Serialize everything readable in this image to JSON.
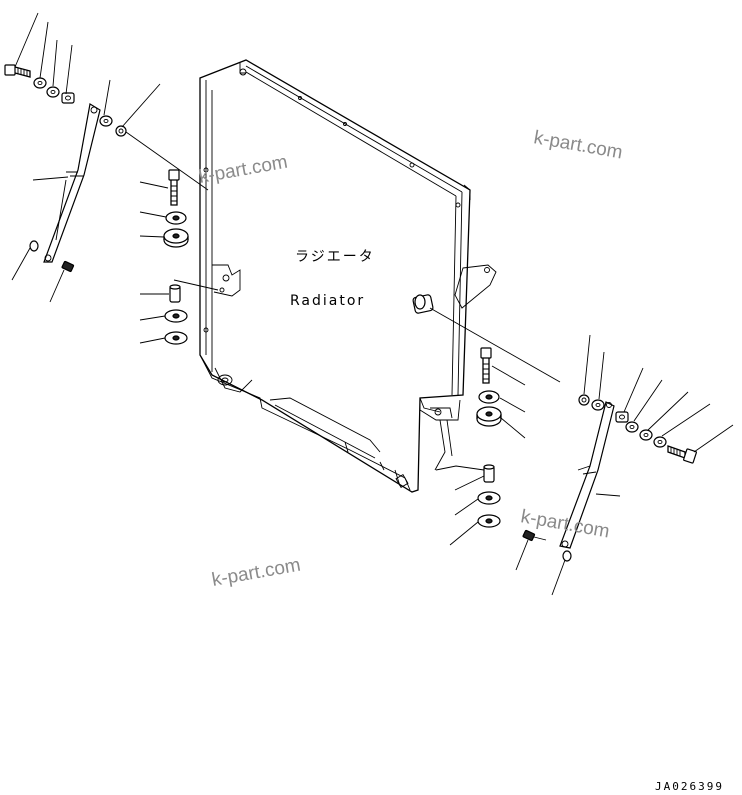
{
  "labels": {
    "radiator_jp": "ラジエータ",
    "radiator_en": "Radiator"
  },
  "watermarks": [
    "k-part.com",
    "k-part.com",
    "k-part.com",
    "k-part.com"
  ],
  "drawing_code": "JA026399"
}
